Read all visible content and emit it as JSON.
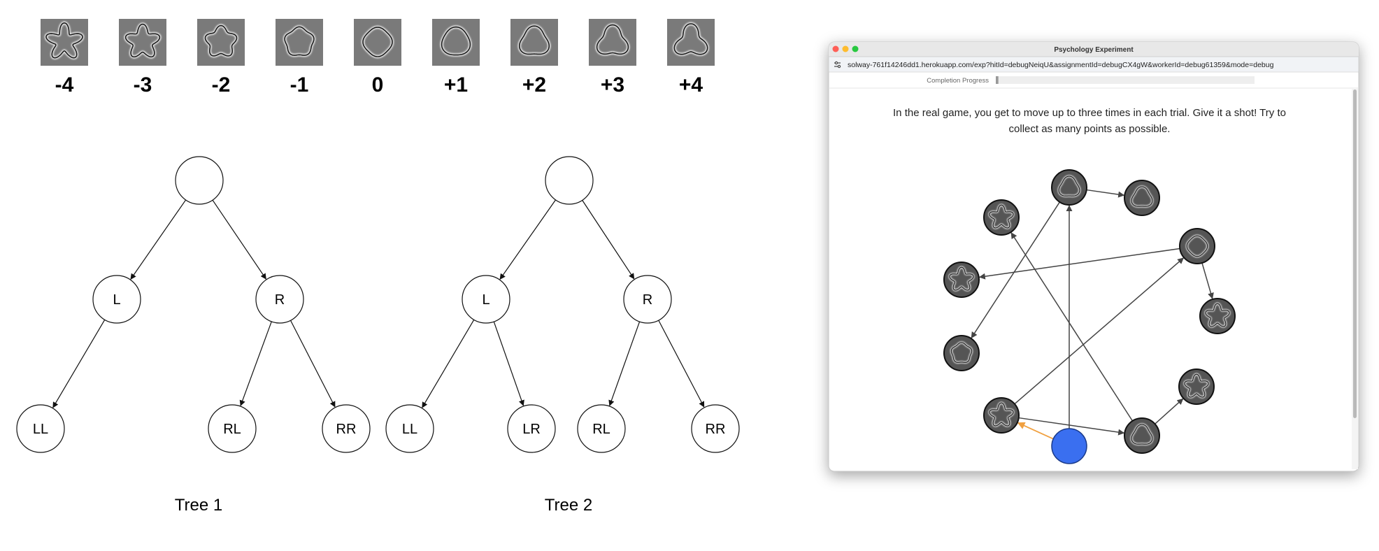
{
  "shape_scale": {
    "items": [
      {
        "label": "-4",
        "value": -4
      },
      {
        "label": "-3",
        "value": -3
      },
      {
        "label": "-2",
        "value": -2
      },
      {
        "label": "-1",
        "value": -1
      },
      {
        "label": "0",
        "value": 0
      },
      {
        "label": "+1",
        "value": 1
      },
      {
        "label": "+2",
        "value": 2
      },
      {
        "label": "+3",
        "value": 3
      },
      {
        "label": "+4",
        "value": 4
      }
    ]
  },
  "trees": [
    {
      "caption": "Tree 1",
      "nodes": [
        {
          "id": "root",
          "label": ""
        },
        {
          "id": "L",
          "label": "L"
        },
        {
          "id": "R",
          "label": "R"
        },
        {
          "id": "LL",
          "label": "LL"
        },
        {
          "id": "RL",
          "label": "RL"
        },
        {
          "id": "RR",
          "label": "RR"
        }
      ],
      "edges": [
        [
          "root",
          "L"
        ],
        [
          "root",
          "R"
        ],
        [
          "L",
          "LL"
        ],
        [
          "R",
          "RL"
        ],
        [
          "R",
          "RR"
        ]
      ]
    },
    {
      "caption": "Tree 2",
      "nodes": [
        {
          "id": "root",
          "label": ""
        },
        {
          "id": "L",
          "label": "L"
        },
        {
          "id": "R",
          "label": "R"
        },
        {
          "id": "LL",
          "label": "LL"
        },
        {
          "id": "LR",
          "label": "LR"
        },
        {
          "id": "RL",
          "label": "RL"
        },
        {
          "id": "RR",
          "label": "RR"
        }
      ],
      "edges": [
        [
          "root",
          "L"
        ],
        [
          "root",
          "R"
        ],
        [
          "L",
          "LL"
        ],
        [
          "L",
          "LR"
        ],
        [
          "R",
          "RL"
        ],
        [
          "R",
          "RR"
        ]
      ]
    }
  ],
  "browser": {
    "title": "Psychology Experiment",
    "url": "solway-761f14246dd1.herokuapp.com/exp?hitId=debugNeiqU&assignmentId=debugCX4gW&workerId=debug61359&mode=debug",
    "progress_label": "Completion Progress",
    "progress_value": 0.01,
    "instructions": "In the real game, you get to move up to three times in each trial. Give it a shot! Try to collect as many points as possible.",
    "colors": {
      "player": "#3a6ff0",
      "highlight_edge": "#f0a040",
      "node_fill": "#555555"
    }
  },
  "game_graph": {
    "nodes": [
      {
        "id": 0,
        "shape_value": 2
      },
      {
        "id": 1,
        "shape_value": -3
      },
      {
        "id": 2,
        "shape_value": 0
      },
      {
        "id": 3,
        "shape_value": -3
      },
      {
        "id": 4,
        "shape_value": 2
      },
      {
        "id": 5,
        "shape_value": 2
      },
      {
        "id": 6,
        "shape_value": null,
        "player": true
      },
      {
        "id": 7,
        "shape_value": -3
      },
      {
        "id": 8,
        "shape_value": -1
      },
      {
        "id": 9,
        "shape_value": -3
      },
      {
        "id": 10,
        "shape_value": -3
      }
    ],
    "edges": [
      {
        "from": 0,
        "to": 8
      },
      {
        "from": 0,
        "to": 4
      },
      {
        "from": 2,
        "to": 9
      },
      {
        "from": 2,
        "to": 3
      },
      {
        "from": 5,
        "to": 1
      },
      {
        "from": 5,
        "to": 10
      },
      {
        "from": 6,
        "to": 0
      },
      {
        "from": 6,
        "to": 7,
        "highlight": true
      },
      {
        "from": 7,
        "to": 5
      },
      {
        "from": 7,
        "to": 2
      }
    ]
  }
}
